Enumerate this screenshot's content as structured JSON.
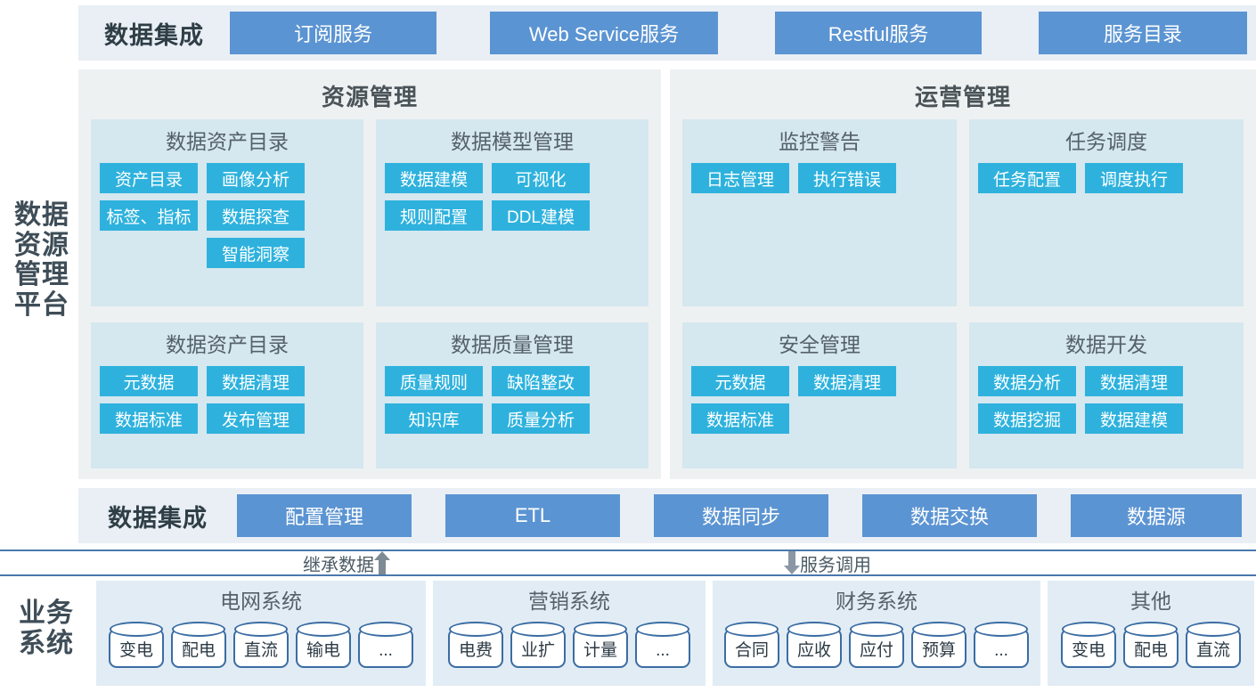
{
  "platform": {
    "side_label_lines": [
      "数据",
      "资源",
      "管理",
      "平台"
    ]
  },
  "top_band": {
    "title": "数据集成",
    "tiles": [
      "订阅服务",
      "Web Service服务",
      "Restful服务",
      "服务目录"
    ]
  },
  "groups": [
    {
      "title": "资源管理",
      "rows": [
        {
          "panels": [
            {
              "title": "数据资产目录",
              "tags": [
                "资产目录",
                "画像分析",
                "标签、指标",
                "数据探查",
                "智能洞察"
              ]
            },
            {
              "title": "数据模型管理",
              "tags": [
                "数据建模",
                "可视化",
                "规则配置",
                "DDL建模"
              ]
            }
          ]
        },
        {
          "panels": [
            {
              "title": "数据资产目录",
              "tags": [
                "元数据",
                "数据清理",
                "数据标准",
                "发布管理"
              ]
            },
            {
              "title": "数据质量管理",
              "tags": [
                "质量规则",
                "缺陷整改",
                "知识库",
                "质量分析"
              ]
            }
          ]
        }
      ]
    },
    {
      "title": "运营管理",
      "rows": [
        {
          "panels": [
            {
              "title": "监控警告",
              "tags": [
                "日志管理",
                "执行错误"
              ]
            },
            {
              "title": "任务调度",
              "tags": [
                "任务配置",
                "调度执行"
              ]
            }
          ]
        },
        {
          "panels": [
            {
              "title": "安全管理",
              "tags": [
                "元数据",
                "数据清理",
                "数据标准"
              ]
            },
            {
              "title": "数据开发",
              "tags": [
                "数据分析",
                "数据清理",
                "数据挖掘",
                "数据建模"
              ]
            }
          ]
        }
      ]
    }
  ],
  "bottom_band": {
    "title": "数据集成",
    "tiles": [
      "配置管理",
      "ETL",
      "数据同步",
      "数据交换",
      "数据源"
    ]
  },
  "connector": {
    "up_label": "继承数据",
    "down_label": "服务调用"
  },
  "business": {
    "side_label_lines": [
      "业务",
      "系统"
    ],
    "systems": [
      {
        "title": "电网系统",
        "nodes": [
          "变电",
          "配电",
          "直流",
          "输电",
          "..."
        ]
      },
      {
        "title": "营销系统",
        "nodes": [
          "电费",
          "业扩",
          "计量",
          "..."
        ]
      },
      {
        "title": "财务系统",
        "nodes": [
          "合同",
          "应收",
          "应付",
          "预算",
          "..."
        ]
      },
      {
        "title": "其他",
        "nodes": [
          "变电",
          "配电",
          "直流"
        ]
      }
    ]
  },
  "colors": {
    "tile_blue": "#5b94d2",
    "tag_cyan": "#2eb2dd",
    "band_bg": "#e9eff5",
    "group_bg": "#eef1f2",
    "panel_bg": "#d5e7ef",
    "biz_bg": "#e2ecf5",
    "rule_blue": "#4a78ad"
  }
}
